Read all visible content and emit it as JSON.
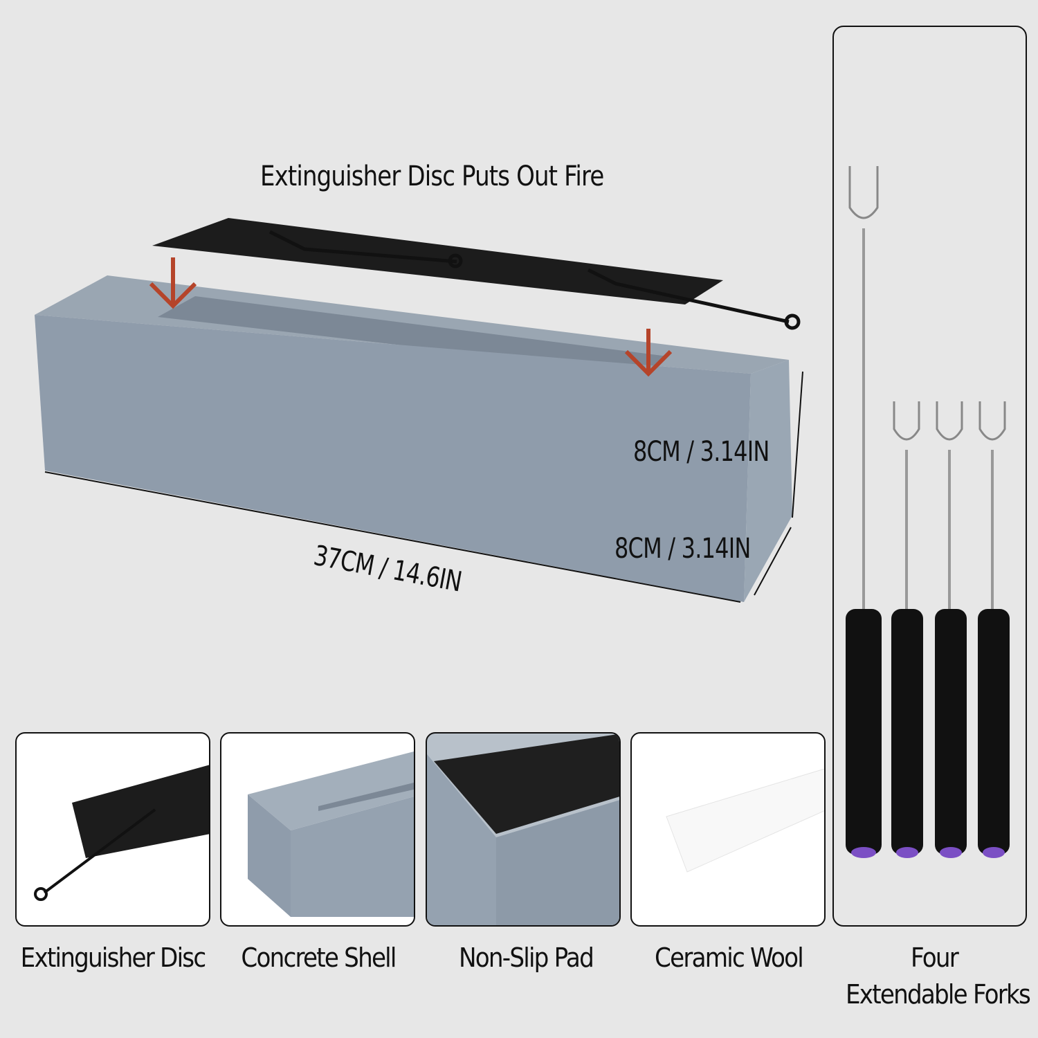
{
  "headline": "Extinguisher Disc Puts Out Fire",
  "dimensions": {
    "length": "37CM / 14.6IN",
    "height": "8CM / 3.14IN",
    "width": "8CM / 3.14IN"
  },
  "parts": [
    {
      "label": "Extinguisher Disc"
    },
    {
      "label": "Concrete Shell"
    },
    {
      "label": "Non-Slip Pad"
    },
    {
      "label": "Ceramic Wool"
    }
  ],
  "forks": {
    "line1": "Four",
    "line2": "Extendable Forks"
  },
  "colors": {
    "background": "#e7e7e7",
    "concrete": "#8d9aa8",
    "arrow": "#b5442a",
    "handle_tip": "#7b4fc4"
  }
}
